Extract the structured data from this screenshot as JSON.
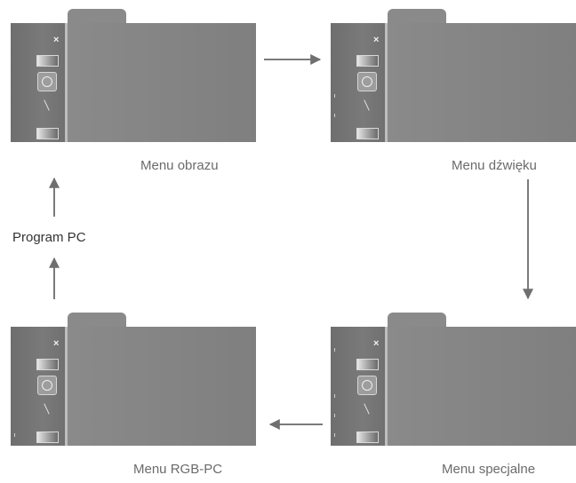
{
  "labels": {
    "top_left": "Menu obrazu",
    "top_right": "Menu dźwięku",
    "bottom_right": "Menu specjalne",
    "bottom_left": "Menu RGB-PC",
    "center": "Program PC"
  },
  "panel_icons": {
    "close": "×",
    "names": [
      "close-icon",
      "picture-icon",
      "speaker-icon",
      "slash-icon",
      "monitor-icon"
    ]
  },
  "flow_order": [
    "Menu obrazu",
    "Menu dźwięku",
    "Menu specjalne",
    "Menu RGB-PC",
    "Program PC"
  ],
  "colors": {
    "panel": "#8a8a8a",
    "sidebar": "#747474",
    "arrow": "#777777",
    "label": "#6b6b6b"
  }
}
